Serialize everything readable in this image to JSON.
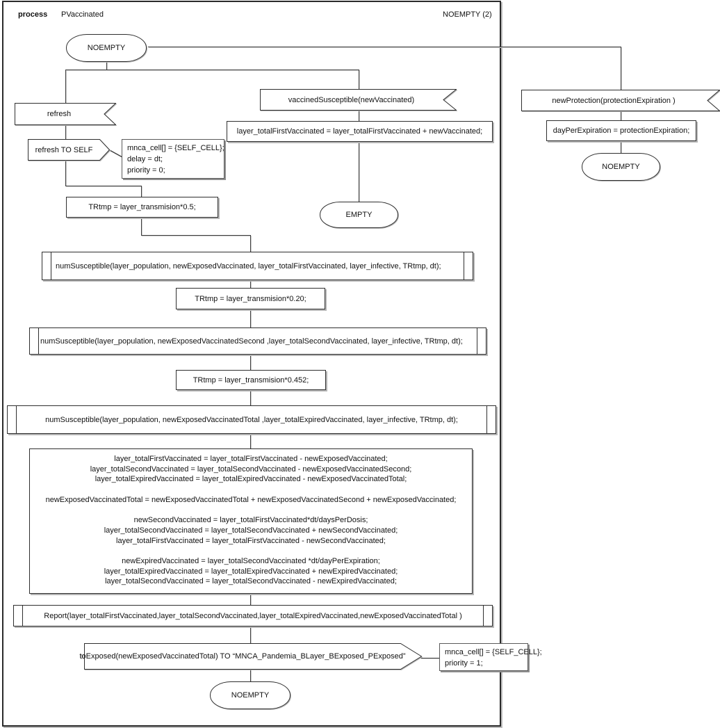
{
  "header": {
    "kind_label": "process",
    "process_name": "PVaccinated",
    "state_label": "NOEMPTY (2)"
  },
  "states": {
    "top": "NOEMPTY",
    "empty": "EMPTY",
    "right": "NOEMPTY",
    "bottom": "NOEMPTY"
  },
  "flags": {
    "refresh": "refresh",
    "refresh_to_self": "refresh TO SELF",
    "vaccined_susceptible": "vaccinedSusceptible(newVaccinated)",
    "new_protection": "newProtection(protectionExpiration )",
    "to_exposed": "toExposed(newExposedVaccinatedTotal) TO “MNCA_Pandemia_BLayer_BExposed_PExposed”"
  },
  "notes": {
    "refresh_note": [
      "mnca_cell[] = {SELF_CELL};",
      "delay = dt;",
      "priority = 0;"
    ],
    "to_exposed_note": [
      "mnca_cell[] = {SELF_CELL};",
      "priority = 1;"
    ]
  },
  "boxes": {
    "trtmp1": "TRtmp  = layer_transmision*0.5;",
    "num1": "numSusceptible(layer_population, newExposedVaccinated, layer_totalFirstVaccinated, layer_infective, TRtmp, dt);",
    "trtmp2": "TRtmp = layer_transmision*0.20;",
    "num2": "numSusceptible(layer_population, newExposedVaccinatedSecond ,layer_totalSecondVaccinated, layer_infective, TRtmp, dt);",
    "trtmp3": "TRtmp = layer_transmision*0.452;",
    "num3": "numSusceptible(layer_population, newExposedVaccinatedTotal ,layer_totalExpiredVaccinated, layer_infective, TRtmp, dt);",
    "assign_vaccinated": "layer_totalFirstVaccinated = layer_totalFirstVaccinated + newVaccinated;",
    "day_per_expiration": "dayPerExpiration = protectionExpiration;",
    "report": "Report(layer_totalFirstVaccinated,layer_totalSecondVaccinated,layer_totalExpiredVaccinated,newExposedVaccinatedTotal )",
    "big_update_lines": [
      "layer_totalFirstVaccinated = layer_totalFirstVaccinated - newExposedVaccinated;",
      "layer_totalSecondVaccinated = layer_totalSecondVaccinated - newExposedVaccinatedSecond;",
      "layer_totalExpiredVaccinated = layer_totalExpiredVaccinated - newExposedVaccinatedTotal;",
      "",
      "newExposedVaccinatedTotal = newExposedVaccinatedTotal + newExposedVaccinatedSecond  + newExposedVaccinated;",
      "",
      "newSecondVaccinated = layer_totalFirstVaccinated*dt/daysPerDosis;",
      "layer_totalSecondVaccinated = layer_totalSecondVaccinated + newSecondVaccinated;",
      "layer_totalFirstVaccinated = layer_totalFirstVaccinated - newSecondVaccinated;",
      "",
      "newExpiredVaccinated = layer_totalSecondVaccinated *dt/dayPerExpiration;",
      "layer_totalExpiredVaccinated = layer_totalExpiredVaccinated + newExpiredVaccinated;",
      "layer_totalSecondVaccinated = layer_totalSecondVaccinated - newExpiredVaccinated;"
    ]
  },
  "colors": {
    "ink": "#2e2e2e",
    "background": "#ffffff",
    "shadow": "#b5b5b5"
  }
}
